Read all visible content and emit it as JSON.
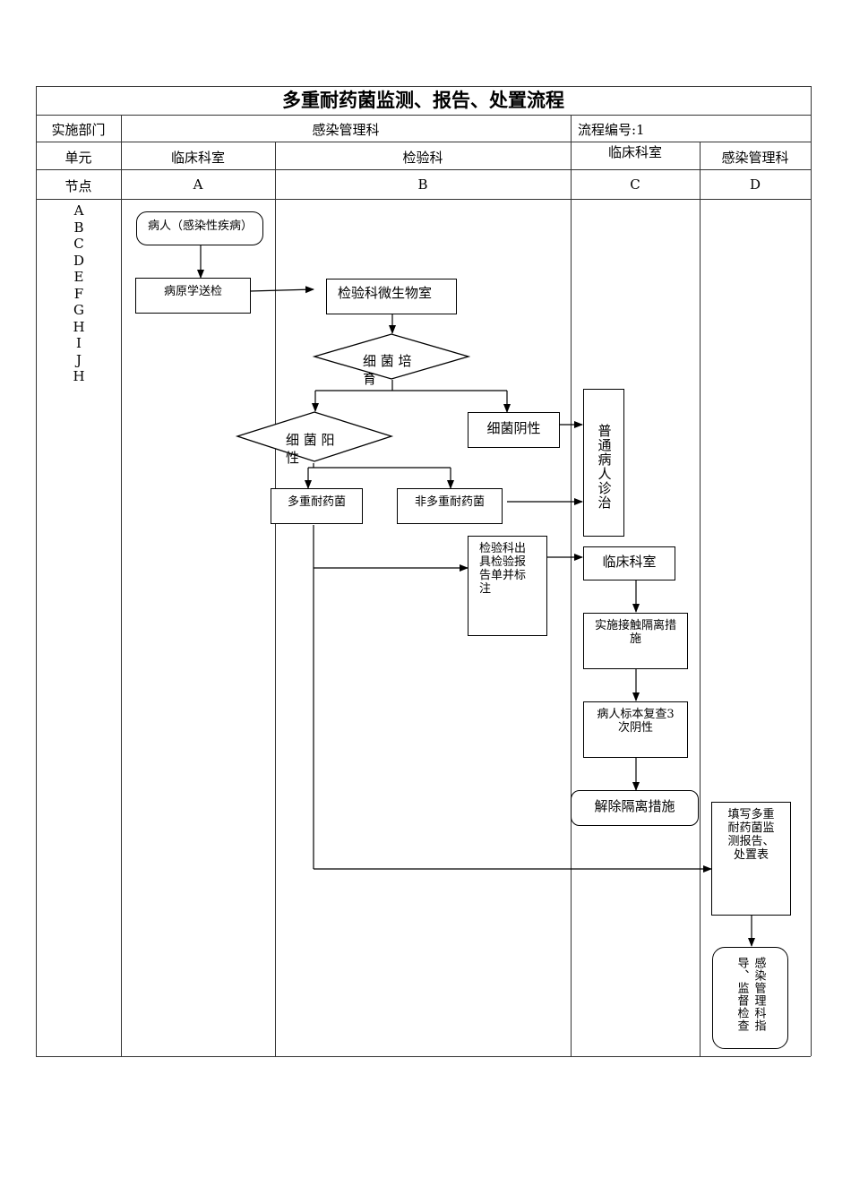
{
  "title": "多重耐药菌监测、报告、处置流程",
  "header": {
    "dept_label": "实施部门",
    "dept_value": "感染管理科",
    "process_no": "流程编号:1",
    "unit_label": "单元",
    "units": [
      "临床科室",
      "检验科",
      "临床科室",
      "感染管理科"
    ],
    "node_label": "节点",
    "nodes": [
      "A",
      "B",
      "C",
      "D"
    ]
  },
  "step_letters": [
    "A",
    "B",
    "C",
    "D",
    "E",
    "F",
    "G",
    "H",
    "I",
    "J",
    "H"
  ],
  "flow": {
    "patient": "病人（感染性疾病）",
    "send_test": "病原学送检",
    "micro_lab": "检验科微生物室",
    "culture": "细 菌 培 育",
    "negative": "细菌阴性",
    "positive": "细 菌 阳 性",
    "mdro": "多重耐药菌",
    "non_mdro": "非多重耐药菌",
    "normal_treat": "普通病人诊治",
    "lab_report": "检验科出具检验报告单并标注",
    "clinical_dept": "临床科室",
    "contact_isolation": "实施接触隔离措施",
    "recheck": "病人标本复查3次阴性",
    "release_isolation": "解除隔离措施",
    "fill_report": "填写多重耐药菌监测报告、处置表",
    "supervise": "感染管理科指导、监督检查"
  }
}
